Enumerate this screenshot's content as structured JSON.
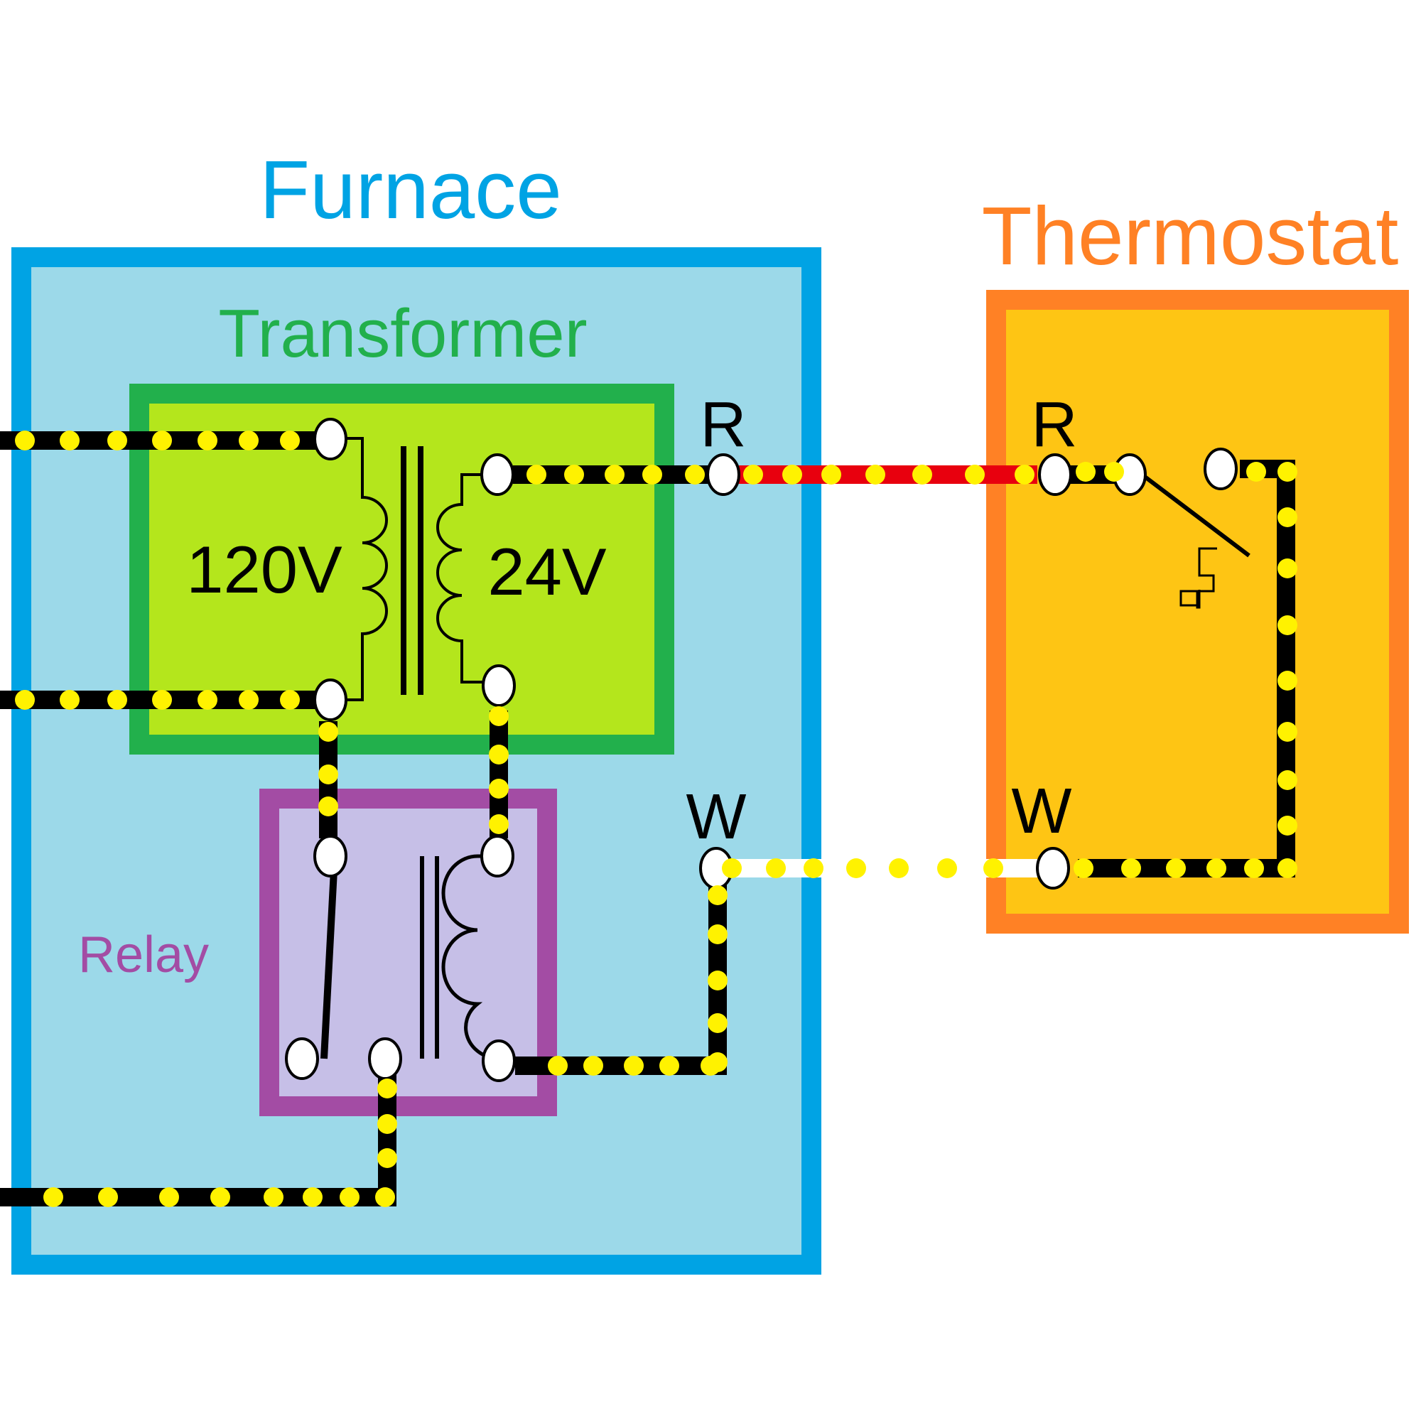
{
  "labels": {
    "furnace": "Furnace",
    "thermostat": "Thermostat",
    "transformer": "Transformer",
    "relay": "Relay",
    "primary_voltage": "120V",
    "secondary_voltage": "24V",
    "furnace_r": "R",
    "furnace_w": "W",
    "thermostat_r": "R",
    "thermostat_w": "W"
  },
  "colors": {
    "furnace": "#00a3e4",
    "furnace_fill": "#9cd9e9",
    "transformer": "#22b04c",
    "transformer_fill": "#b4e61c",
    "relay": "#a34ca4",
    "relay_fill": "#c6bfe7",
    "thermostat": "#ff8125",
    "thermostat_fill": "#fec514",
    "r_wire": "#e8000e",
    "w_wire": "#ffffff",
    "current_dots": "#fff200",
    "conductor": "#000000"
  }
}
